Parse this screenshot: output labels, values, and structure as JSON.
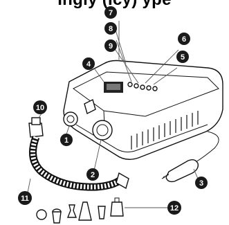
{
  "title": "Ingly (Icy) ype",
  "callouts": [
    {
      "num": "1",
      "part": "outlet-port"
    },
    {
      "num": "2",
      "part": "inlet-port"
    },
    {
      "num": "3",
      "part": "car-plug"
    },
    {
      "num": "4",
      "part": "display"
    },
    {
      "num": "5",
      "part": "button-5"
    },
    {
      "num": "6",
      "part": "button-6"
    },
    {
      "num": "7",
      "part": "button-7"
    },
    {
      "num": "8",
      "part": "button-8"
    },
    {
      "num": "9",
      "part": "button-9"
    },
    {
      "num": "10",
      "part": "hose-connector"
    },
    {
      "num": "11",
      "part": "hose"
    },
    {
      "num": "12",
      "part": "nozzle-adapters"
    }
  ]
}
